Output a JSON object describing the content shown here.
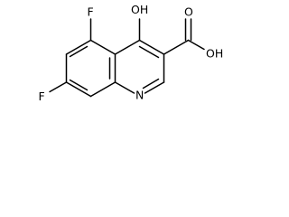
{
  "structure": {
    "labels": {
      "fluorine_top": "F",
      "fluorine_left": "F",
      "hydroxy": "OH",
      "carbonyl_oxygen": "O",
      "acid_hydroxy": "OH",
      "ring_nitrogen": "N"
    }
  }
}
